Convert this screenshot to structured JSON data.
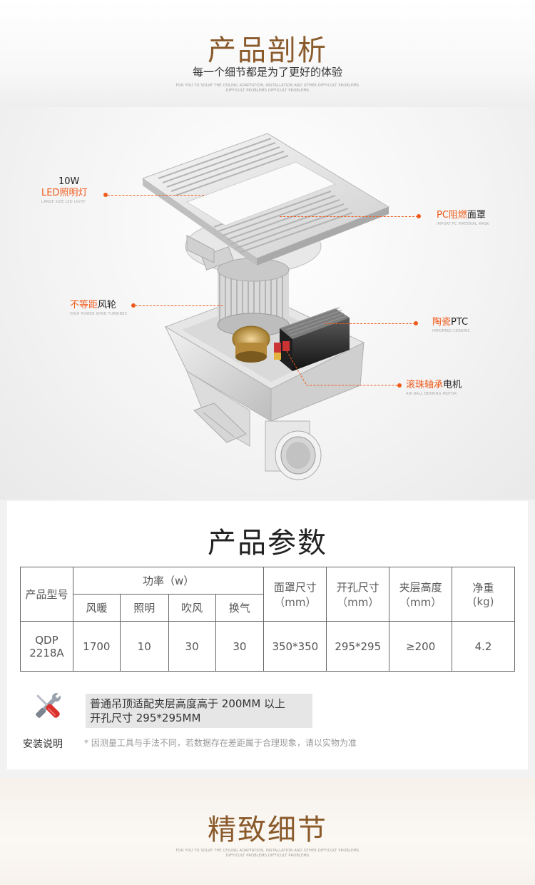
{
  "analysis": {
    "title": "产品剖析",
    "subtitle": "每一个细节都是为了更好的体验",
    "tiny_line1": "FOR YOU TO SOLVE THE CEILING ADAPTATION, INSTALLATION AND OTHER DIFFICULT PROBLEMS",
    "tiny_line2": "DIFFICULT PROBLEMS DIFFICULT PROBLEMS",
    "callouts": {
      "led": {
        "line1": "10W",
        "line2": "LED照明灯",
        "en": "LARGE SIZE LED LIGHT"
      },
      "mask": {
        "orange": "PC阻燃",
        "dark": "面罩",
        "en": "IMPORT PC MATERIAL MASK"
      },
      "fan": {
        "orange": "不等距",
        "dark": "风轮",
        "en": "HIGH POWER WIND TURBINES"
      },
      "ptc": {
        "orange": "陶瓷",
        "dark": "PTC",
        "en": "IMPORTED CERAMIC"
      },
      "motor": {
        "orange": "滚珠轴承",
        "dark": "电机",
        "en": "AIR BALL BEARING MOTOR"
      }
    }
  },
  "params": {
    "title": "产品参数",
    "table": {
      "model_header": "产品型号",
      "power_header": "功率（w）",
      "sub_headers": [
        "风暖",
        "照明",
        "吹风",
        "换气"
      ],
      "mask_size_header": "面罩尺寸",
      "mask_size_unit": "（mm）",
      "hole_size_header": "开孔尺寸",
      "hole_size_unit": "（mm）",
      "layer_height_header": "夹层高度",
      "layer_height_unit": "（mm）",
      "weight_header": "净重",
      "weight_unit": "(kg)",
      "row": {
        "model_line1": "QDP",
        "model_line2": "2218A",
        "values": [
          "1700",
          "10",
          "30",
          "30",
          "350*350",
          "295*295",
          "≥200",
          "4.2"
        ]
      }
    },
    "install_label": "安装说明",
    "note_line1": "普通吊顶适配夹层高度高于 200MM 以上",
    "note_line2": "开孔尺寸 295*295MM",
    "disclaimer": "* 因测量工具与手法不同，若数据存在差距属于合理现象，请以实物为准"
  },
  "details": {
    "title": "精致细节",
    "tiny_line1": "FOR YOU TO SOLVE THE CEILING ADAPTATION, INSTALLATION AND OTHER DIFFICULT PROBLEMS",
    "tiny_line2": "DIFFICULT PROBLEMS DIFFICULT PROBLEMS"
  },
  "colors": {
    "title_brown": "#8a5a2b",
    "accent_orange": "#f05a1a"
  },
  "icons": {
    "tools": "wrench-screwdriver-icon"
  }
}
